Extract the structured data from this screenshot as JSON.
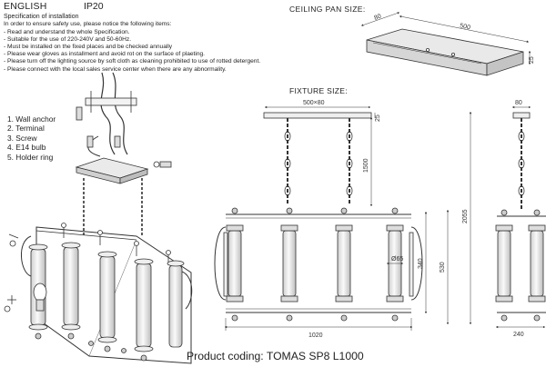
{
  "header": {
    "language": "ENGLISH",
    "protection": "IP20"
  },
  "specification": {
    "title": "Specification of installation",
    "intro": "In order to ensure safety use, please notice the following items:",
    "rules": [
      "- Read and understand the whole Specification.",
      "- Suitable for the use of 220-240V and 50-60Hz.",
      "- Must be installed on the fixed places and be checked annually",
      "- Please wear gloves as installment and avoid rot on the surface of plaeting.",
      "- Please turn off the lighting source by soft cloth as cleaning prohibited to use of rotted detergent.",
      "- Please connect with the local sales service center when there are any abnormality."
    ]
  },
  "parts_legend": [
    "1. Wall anchor",
    "2. Terminal",
    "3. Screw",
    "4. E14 bulb",
    "5. Holder ring"
  ],
  "ceiling_pan": {
    "title": "CEILING PAN  SIZE:",
    "width": "80",
    "length": "500",
    "height": "25"
  },
  "fixture": {
    "title": "FIXTURE SIZE:",
    "pan_size": "500×80",
    "pan_height": "25",
    "chain_length": "1500",
    "total_height": "2055",
    "body_height": "530",
    "shade_height": "340",
    "shade_diameter": "Ø65",
    "width": "1020",
    "side_top": "80",
    "side_width": "240"
  },
  "product_coding": "Product coding: TOMAS SP8 L1000"
}
